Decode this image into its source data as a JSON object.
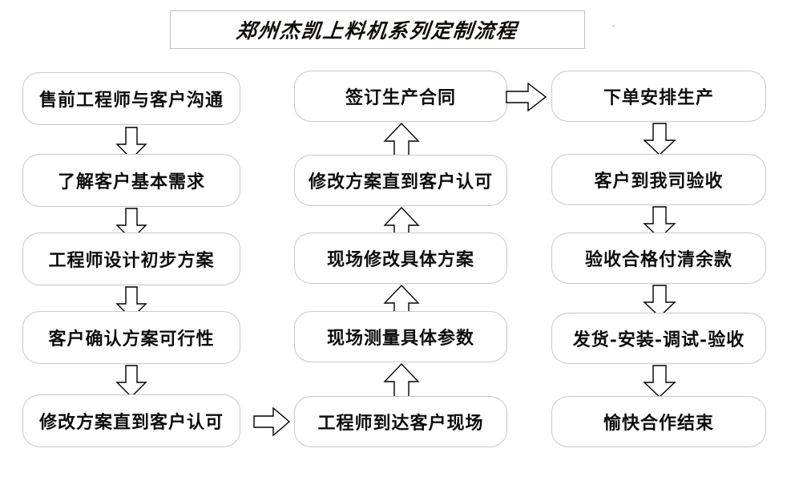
{
  "page": {
    "title": "郑州杰凯上料机系列定制流程",
    "background_color": "#ffffff",
    "box_border_color": "#c8c8c8",
    "text_color": "#0d0d0d",
    "arrow_stroke_color": "#000000",
    "arrow_fill_color": "#ffffff"
  },
  "columns": [
    {
      "name": "column-1",
      "flow_direction": "down",
      "nodes": [
        {
          "label": "售前工程师与客户沟通"
        },
        {
          "label": "了解客户基本需求"
        },
        {
          "label": "工程师设计初步方案"
        },
        {
          "label": "客户确认方案可行性"
        },
        {
          "label": "修改方案直到客户认可"
        }
      ]
    },
    {
      "name": "column-2",
      "flow_direction": "up",
      "nodes": [
        {
          "label": "签订生产合同"
        },
        {
          "label": "修改方案直到客户认可"
        },
        {
          "label": "现场修改具体方案"
        },
        {
          "label": "现场测量具体参数"
        },
        {
          "label": "工程师到达客户现场"
        }
      ]
    },
    {
      "name": "column-3",
      "flow_direction": "down",
      "nodes": [
        {
          "label": "下单安排生产"
        },
        {
          "label": "客户到我司验收"
        },
        {
          "label": "验收合格付清余款"
        },
        {
          "label": "发货-安装-调试-验收"
        },
        {
          "label": "愉快合作结束"
        }
      ]
    }
  ],
  "connectors": {
    "column1_down": [
      "down-arrow",
      "down-arrow",
      "down-arrow",
      "down-arrow"
    ],
    "column2_up": [
      "up-arrow",
      "up-arrow",
      "up-arrow",
      "up-arrow"
    ],
    "column3_down": [
      "down-arrow",
      "down-arrow",
      "down-arrow",
      "down-arrow"
    ],
    "col1_to_col2": "right-arrow",
    "col2_to_col3": "right-arrow"
  }
}
